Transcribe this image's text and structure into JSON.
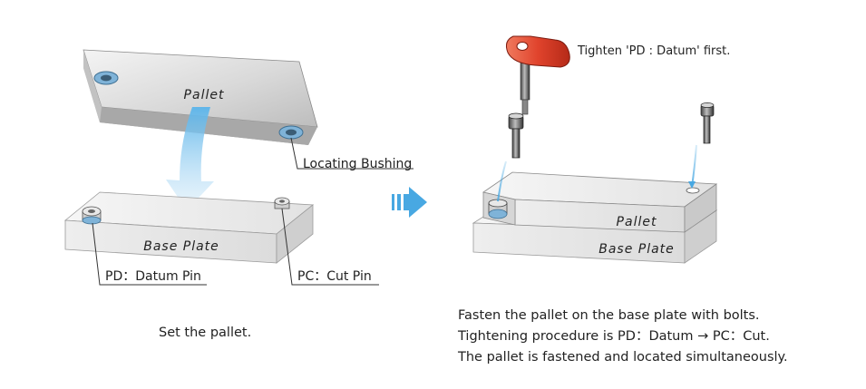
{
  "labels": {
    "pallet_top": "Pallet",
    "base_plate_left": "Base Plate",
    "locating_bushing": "Locating Bushing",
    "pd_datum_pin": "PD：Datum Pin",
    "pc_cut_pin": "PC：Cut Pin",
    "pallet_right": "Pallet",
    "base_plate_right": "Base Plate",
    "tighten_note": "Tighten 'PD : Datum' first."
  },
  "captions": {
    "left": "Set the pallet.",
    "right_lines": [
      "Fasten the pallet on the base plate with bolts.",
      "Tightening procedure is PD：Datum → PC：Cut.",
      "The pallet is fastened and located simultaneously."
    ]
  },
  "colors": {
    "plate_face": "#e6e6e6",
    "plate_top": "#f2f2f2",
    "plate_side": "#cfcfcf",
    "bushing": "#7fb3d8",
    "arrow_blue": "#48a8e2",
    "wrench_red": "#e0432c"
  }
}
